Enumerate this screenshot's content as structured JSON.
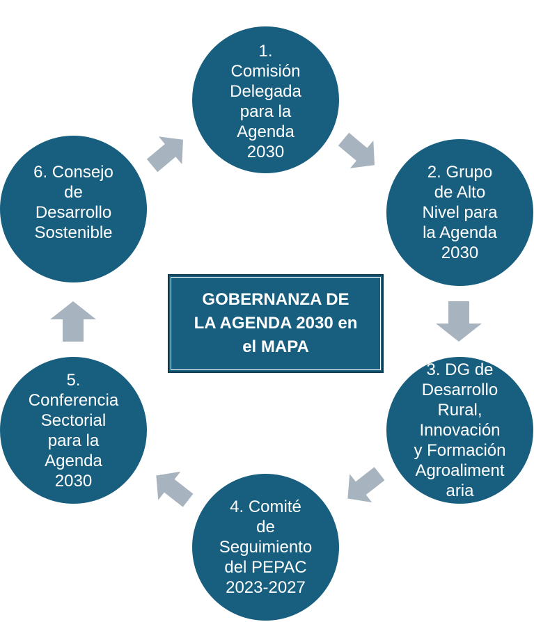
{
  "title": "GOBERNANZA DE\nLA AGENDA 2030 en\nel MAPA",
  "nodes": [
    {
      "label": "1.\nComisión\nDelegada\npara la\nAgenda\n2030"
    },
    {
      "label": "2. Grupo\nde Alto\nNivel para\nla Agenda\n2030"
    },
    {
      "label": "3. DG de\nDesarrollo\nRural,\nInnovación\ny Formación\nAgroaliment\naria"
    },
    {
      "label": "4. Comité\nde\nSeguimiento\ndel PEPAC\n2023-2027"
    },
    {
      "label": "5.\nConferencia\nSectorial\npara la\nAgenda\n2030"
    },
    {
      "label": "6. Consejo\nde\nDesarrollo\nSostenible"
    }
  ],
  "colors": {
    "node_fill": "#185f7f",
    "arrow_fill": "#a7b3be",
    "text": "#ffffff"
  }
}
